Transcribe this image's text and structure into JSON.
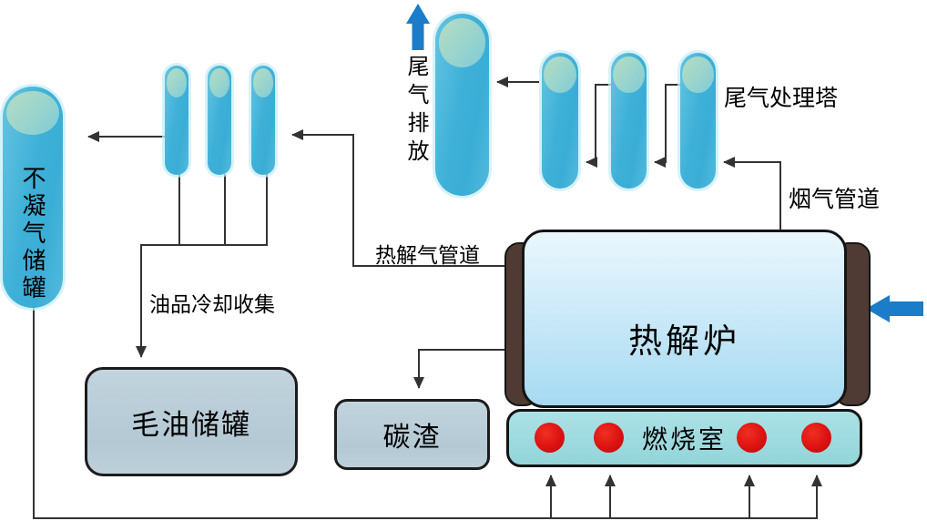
{
  "diagram": {
    "title_hint": "pyrolysis process flow diagram",
    "labels": {
      "non_condensable_tank": "不凝气储罐",
      "oil_cooling_collection": "油品冷却收集",
      "crude_oil_tank": "毛油储罐",
      "pyrolysis_gas_pipe": "热解气管道",
      "tail_gas_exhaust": "尾气排放",
      "tail_gas_treatment_tower": "尾气处理塔",
      "flue_gas_pipe": "烟气管道",
      "pyrolysis_furnace": "热解炉",
      "carbon_residue": "碳渣",
      "combustion_chamber": "燃烧室"
    },
    "colors": {
      "vessel_blue": "#3fb1d8",
      "vessel_highlight": "#9ed6cb",
      "furnace_fill_top": "#eaf7fd",
      "furnace_fill_bottom": "#a6daf1",
      "chamber_fill": "#9cd9de",
      "box_gray_blue": "#b9ccd7",
      "end_cap_brown": "#4f3b33",
      "burner_red": "#dc1111",
      "flow_arrow_blue": "#1b7cc9",
      "line_black": "#333333"
    },
    "counts": {
      "condenser_columns": 3,
      "treatment_columns": 3,
      "burners": 4
    }
  }
}
